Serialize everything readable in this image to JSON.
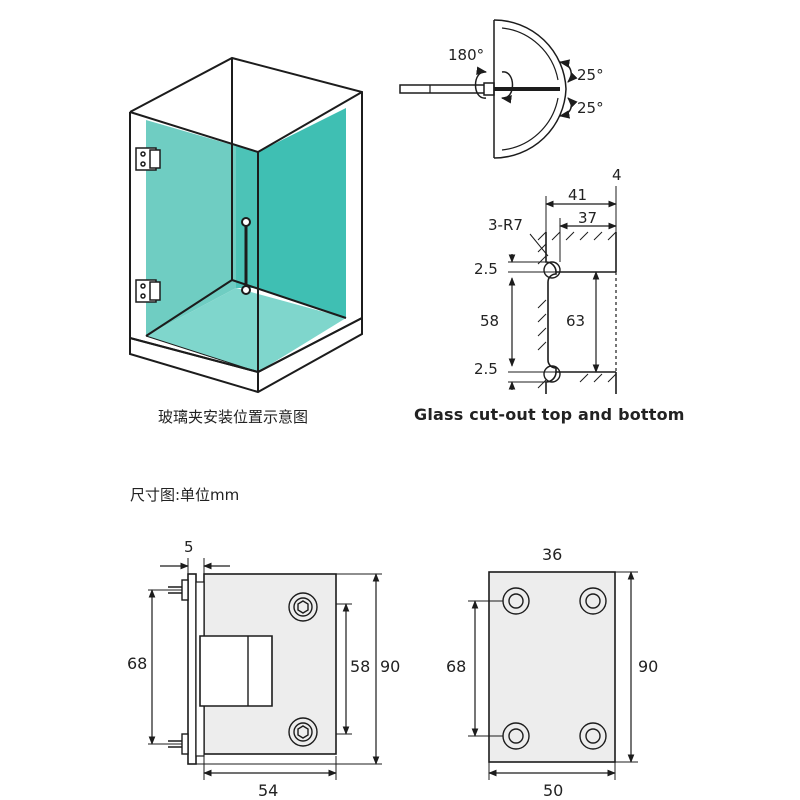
{
  "captions": {
    "install_diagram": "玻璃夹安装位置示意图",
    "cutout": "Glass cut-out top and bottom",
    "unit_note": "尺寸图:单位mm"
  },
  "rotation": {
    "main_angle": "180°",
    "angle_up": "25°",
    "angle_down": "25°"
  },
  "cutout_dims": {
    "top_right": "4",
    "width_outer": "41",
    "width_inner": "37",
    "radius": "3-R7",
    "gap_top": "2.5",
    "inner_height": "58",
    "outer_height": "63",
    "gap_bottom": "2.5"
  },
  "hinge_side": {
    "flange": "5",
    "hole_spacing": "68",
    "inner_height": "58",
    "height": "90",
    "width": "54"
  },
  "hinge_back": {
    "top_width": "36",
    "hole_spacing": "68",
    "height": "90",
    "width": "50"
  },
  "colors": {
    "glass": "#3fbfb3",
    "glass_light": "#7fd6cc",
    "line": "#1c1c1c",
    "plate": "#ededed"
  }
}
